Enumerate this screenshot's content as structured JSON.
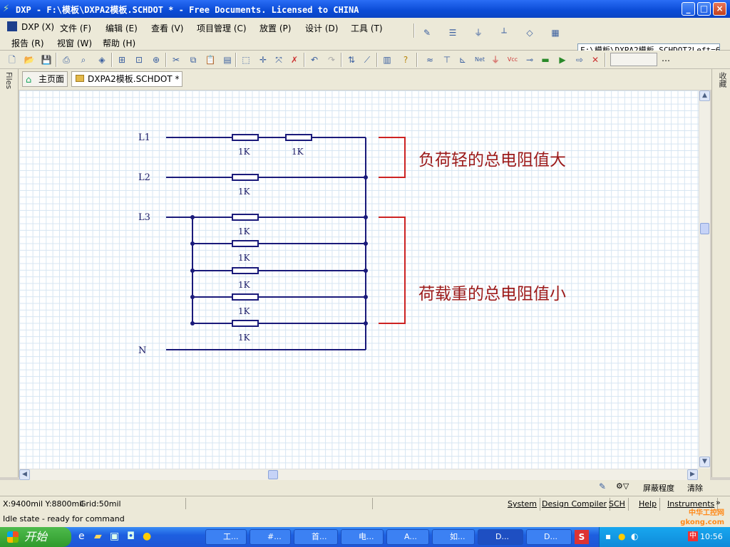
{
  "window": {
    "title": "DXP - F:\\模板\\DXPA2模板.SCHDOT * - Free Documents. Licensed to CHINA",
    "controls": [
      "_",
      "□",
      "×"
    ]
  },
  "menu": {
    "row1": [
      "DXP (X)",
      "文件 (F)",
      "编辑 (E)",
      "查看 (V)",
      "项目管理 (C)",
      "放置 (P)",
      "设计 (D)",
      "工具 (T)"
    ],
    "row2": [
      "报告 (R)",
      "视窗 (W)",
      "帮助 (H)"
    ],
    "path_box": "F:\\模板\\DXPA2模板.SCHDOT?Left=6"
  },
  "tabs": [
    {
      "label": "主页面"
    },
    {
      "label": "DXPA2模板.SCHDOT *"
    }
  ],
  "side": {
    "left": "Files",
    "right": "收藏"
  },
  "schematic": {
    "lines": [
      "L1",
      "L2",
      "L3",
      "N"
    ],
    "resistor_value": "1K",
    "note_light": "负荷轻的总电阻值大",
    "note_heavy": "荷载重的总电阻值小",
    "wire_color": "#1a1a7a",
    "bracket_color": "#cc2222"
  },
  "panel_bar": {
    "mask_level": "屏蔽程度",
    "clear": "清除"
  },
  "status": {
    "coords": "X:9400mil Y:8800mil",
    "grid": "Grid:50mil",
    "state": "Idle state - ready for command",
    "panels": [
      "System",
      "Design Compiler",
      "SCH",
      "Help",
      "Instruments"
    ]
  },
  "taskbar": {
    "start": "开始",
    "tasks": [
      "工...",
      "#...",
      "首...",
      "电...",
      "A...",
      "如...",
      "D...",
      "D..."
    ],
    "clock": "10:56",
    "watermark": "中华工控网 gkong.com"
  }
}
